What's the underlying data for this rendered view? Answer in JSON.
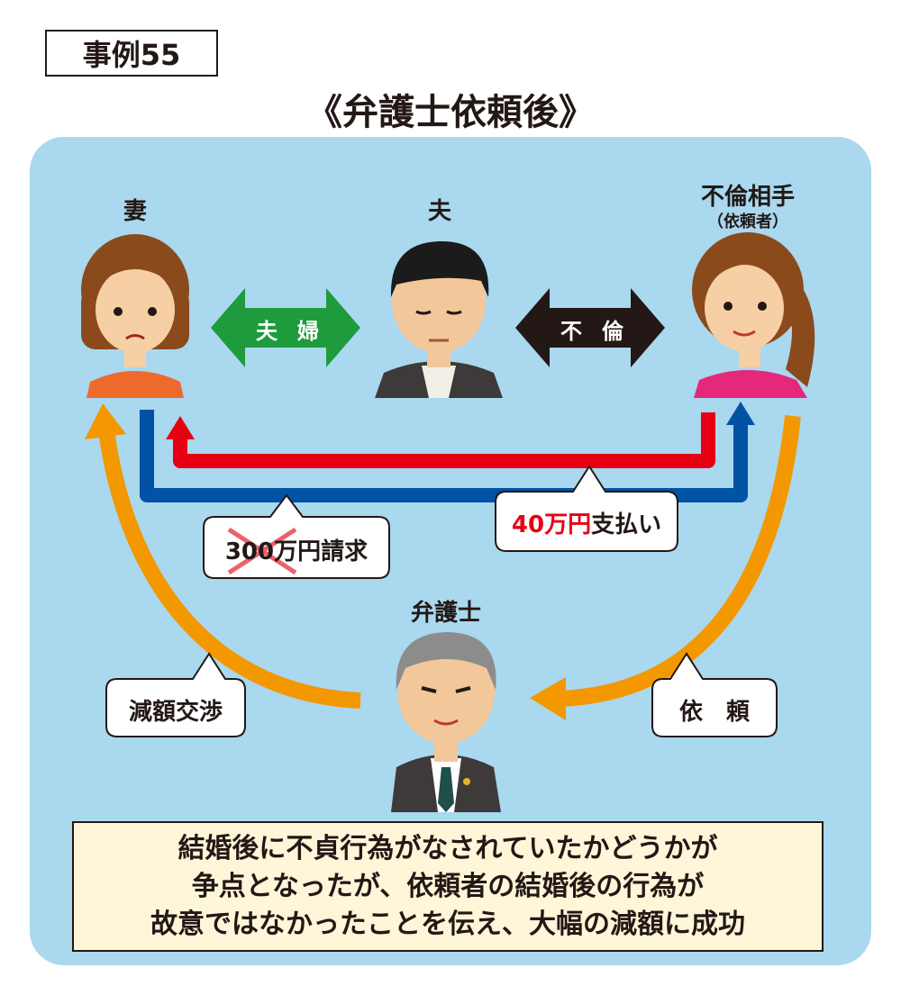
{
  "case_label": "事例55",
  "title": "《弁護士依頼後》",
  "people": {
    "wife": "妻",
    "husband": "夫",
    "affair_partner": "不倫相手",
    "affair_partner_sub": "（依頼者）",
    "lawyer": "弁護士"
  },
  "relations": {
    "married": "夫婦",
    "affair": "不倫"
  },
  "callouts": {
    "claim_amount": "300万円",
    "claim_suffix": "請求",
    "paid_amount": "40万円",
    "paid_suffix": "支払い",
    "negotiation": "減額交渉",
    "request": "依　頼"
  },
  "summary_lines": [
    "結婚後に不貞行為がなされていたかどうかが",
    "争点となったが、依頼者の結婚後の行為が",
    "故意ではなかったことを伝え、大幅の減額に成功"
  ],
  "colors": {
    "panel": "#a9d8ef",
    "married_arrow": "#1e9b3c",
    "affair_arrow": "#231815",
    "claim_line": "#0052a4",
    "payment_line": "#e60012",
    "lawyer_arrows": "#f39800",
    "summary_bg": "#fdf6d8"
  }
}
